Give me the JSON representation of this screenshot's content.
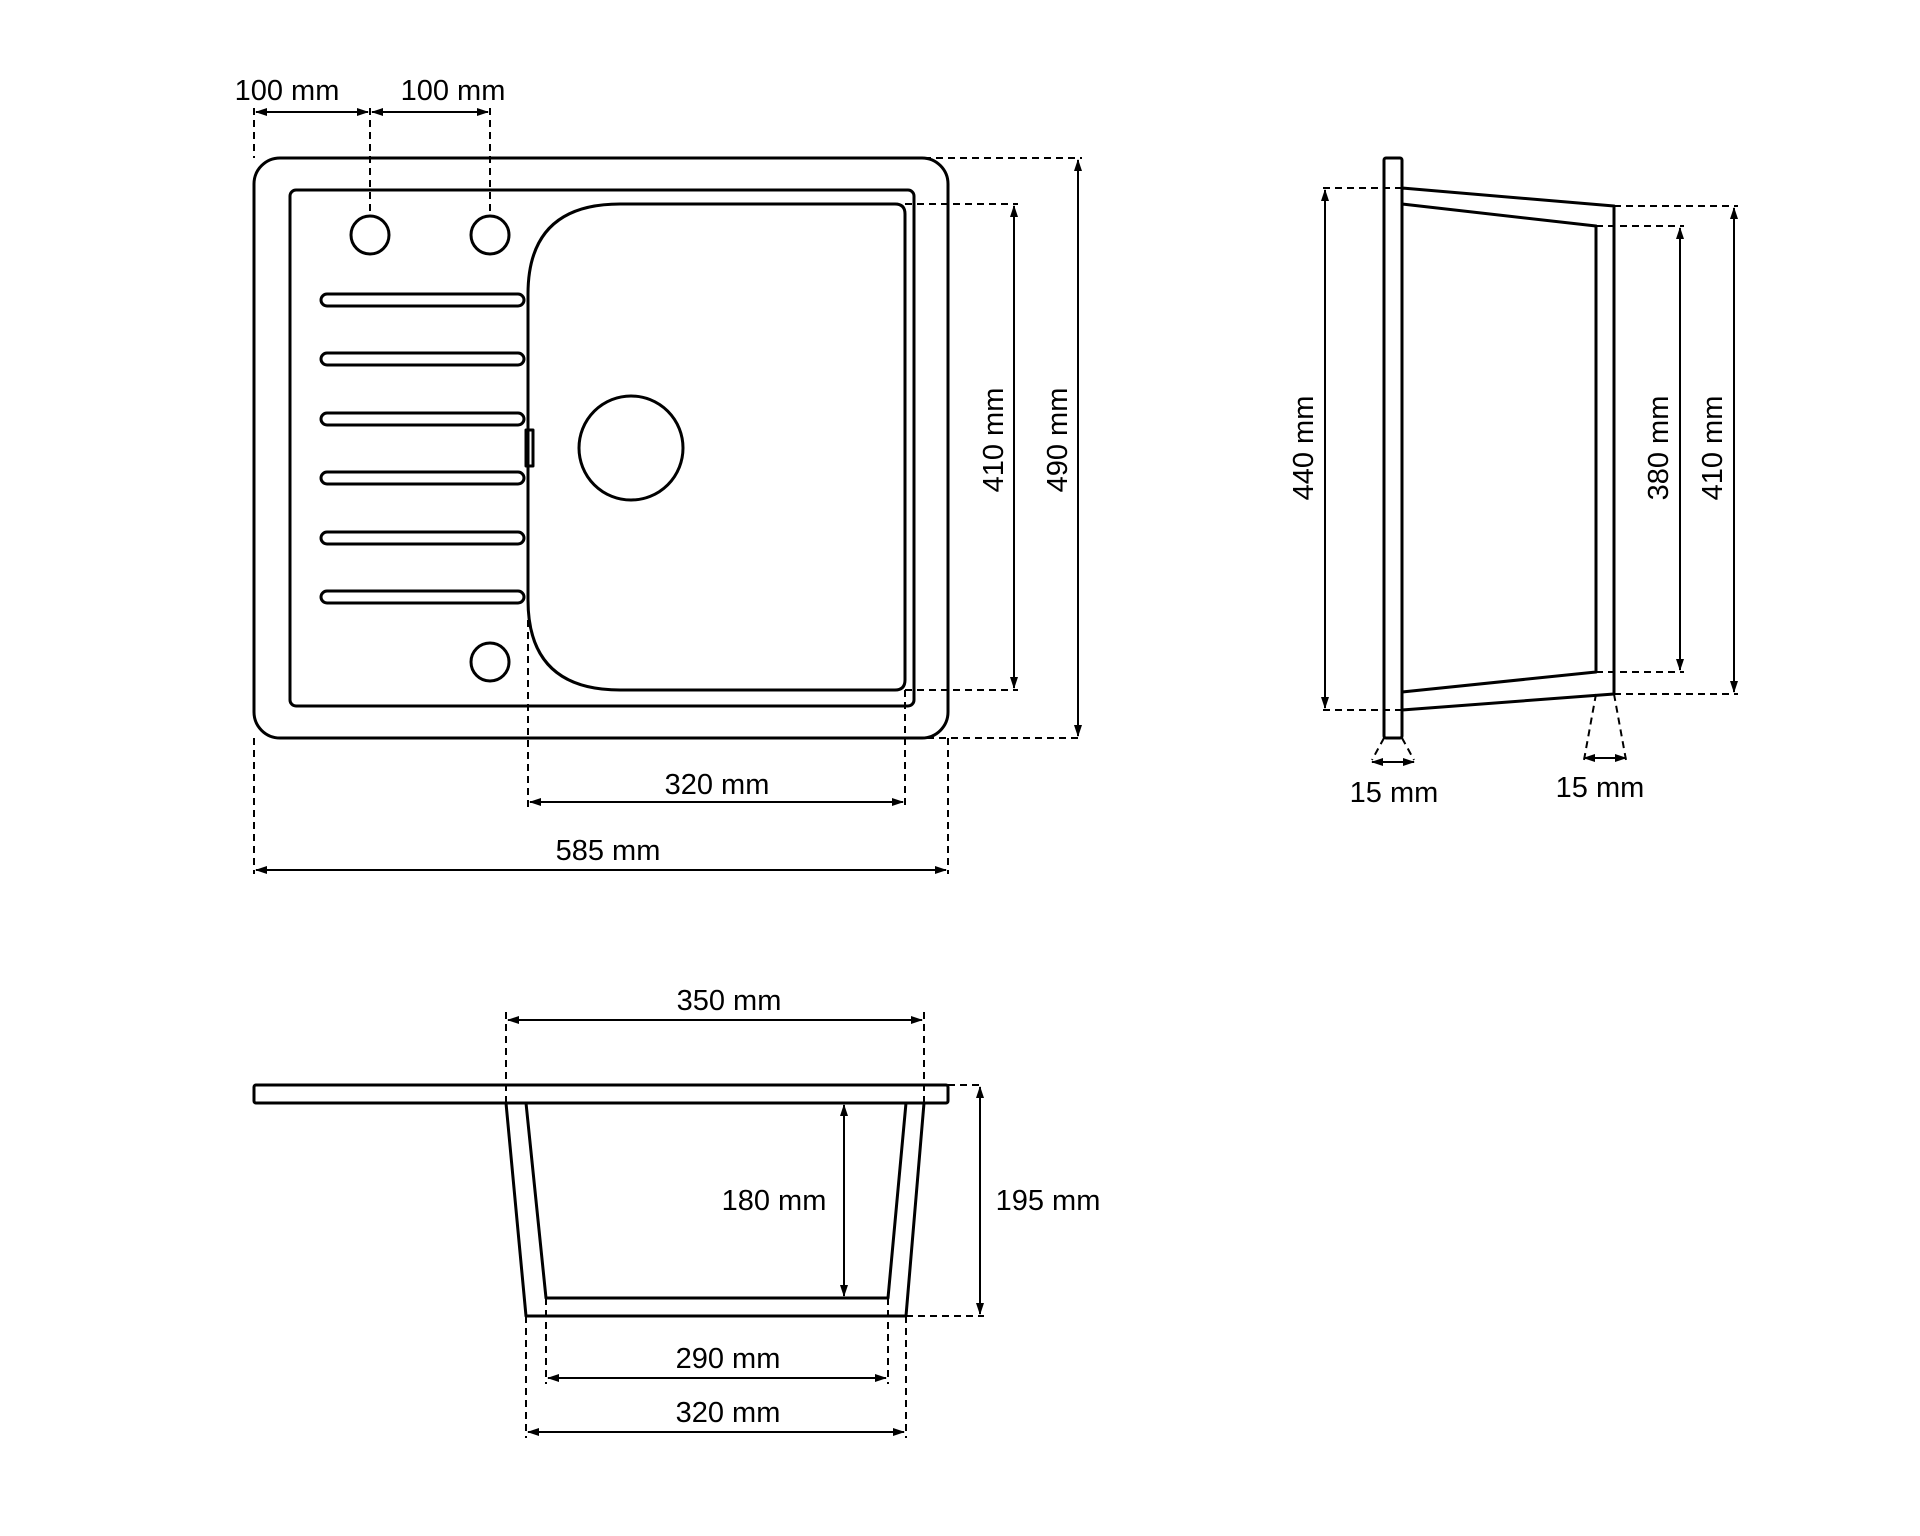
{
  "colors": {
    "line": "#000000",
    "background": "#ffffff"
  },
  "top_view": {
    "holes_offset_left": "100 mm",
    "holes_offset_right": "100 mm",
    "bowl_depth_front_back": "410 mm",
    "overall_depth": "490 mm",
    "bowl_width": "320 mm",
    "overall_width": "585 mm"
  },
  "side_view": {
    "overall_length": "440 mm",
    "inner_length": "380 mm",
    "outer_length": "410 mm",
    "rim_thickness_left": "15 mm",
    "rim_thickness_right": "15 mm"
  },
  "front_view": {
    "top_width": "350 mm",
    "inner_depth": "180 mm",
    "total_depth": "195 mm",
    "bottom_inner_width": "290 mm",
    "bottom_outer_width": "320 mm"
  }
}
